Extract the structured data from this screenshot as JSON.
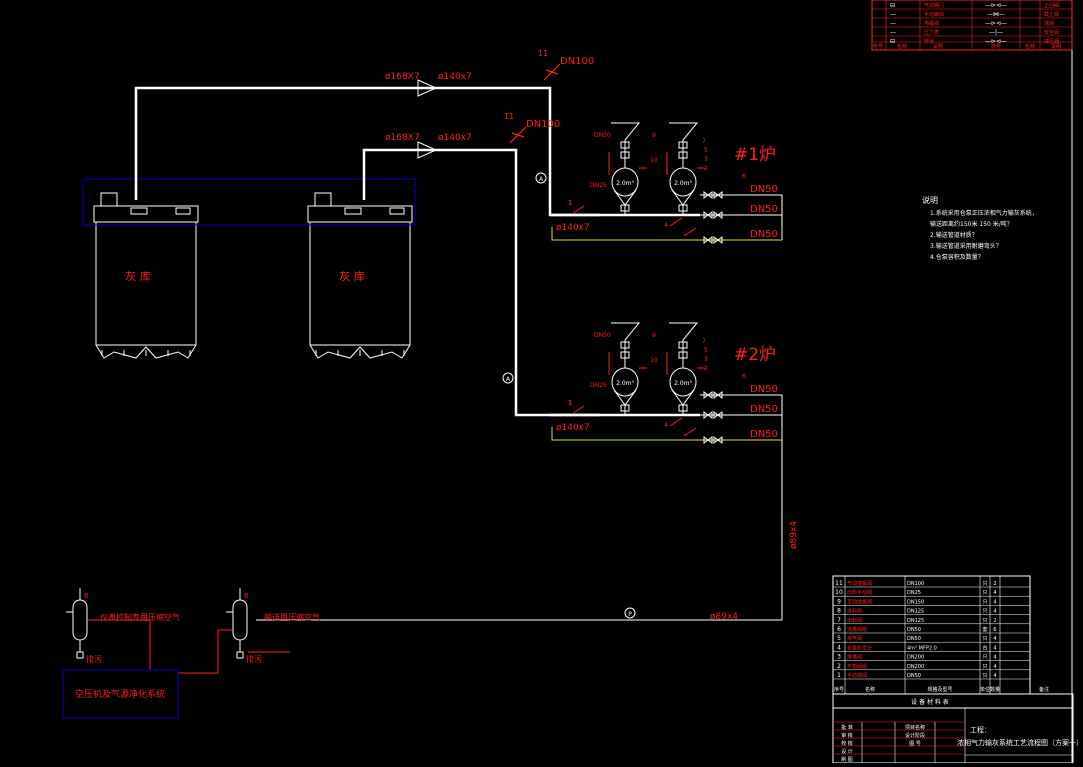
{
  "colors": {
    "background": "#000000",
    "pipe": "#ffffff",
    "annotation": "#ff2020",
    "frame": "#0000cc",
    "yellow_pipe": "#e6e600",
    "table_line": "#ffffff",
    "title_line": "#ff2020"
  },
  "silos": [
    {
      "label": "灰 库"
    },
    {
      "label": "灰 库"
    }
  ],
  "main_pipes": [
    {
      "size_in": "ø168X7",
      "size_out": "ø140x7",
      "tag": "11",
      "valve": "DN100"
    },
    {
      "size_in": "ø168X7",
      "size_out": "ø140x7",
      "tag": "11",
      "valve": "DN100"
    }
  ],
  "furnaces": [
    {
      "name": "#1炉",
      "pump_volumes": [
        "2.0m³",
        "2.0m³"
      ],
      "tags": [
        "DN50",
        "9",
        "7",
        "5",
        "3",
        "2",
        "10",
        "DN25",
        "1",
        "6",
        "4"
      ],
      "lines": [
        "DN50",
        "DN50",
        "DN50"
      ],
      "pipe_size": "ø140x7",
      "pipe_tag": "1"
    },
    {
      "name": "#2炉",
      "pump_volumes": [
        "2.0m³",
        "2.0m³"
      ],
      "tags": [
        "DN50",
        "9",
        "7",
        "5",
        "3",
        "2",
        "10",
        "DN25",
        "1",
        "6",
        "4"
      ],
      "lines": [
        "DN50",
        "DN50",
        "DN50"
      ],
      "pipe_size": "ø140x7",
      "pipe_tag": "1"
    }
  ],
  "air_pipe": {
    "vertical_size": "ø89x4",
    "horizontal_size": "ø89x4",
    "marker": "P"
  },
  "small_markers": [
    "A",
    "A"
  ],
  "air_receivers": [
    {
      "label": "仪表控制专用压缩空气",
      "drain": "排污",
      "tag": "6"
    },
    {
      "label": "输送用压缩空气",
      "drain": "排污",
      "tag": "6"
    }
  ],
  "compressor_box": {
    "label": "空压机及气源净化系统"
  },
  "notes": {
    "title": "说明",
    "lines": [
      "1.系统采用仓泵正压浓相气力输灰系统，",
      "  输送距离约150米  150  米/吨？",
      "2.输送管道材质？",
      "3.输送管道采用耐磨弯头？",
      "4.仓泵容积及数量？"
    ]
  },
  "legend": {
    "rows": [
      {
        "symbol": "⊟",
        "name": "气动阀门",
        "mark": "—⊳⊲—",
        "desc": "止回阀"
      },
      {
        "symbol": "—",
        "name": "手动蝶阀",
        "mark": "—⋈—",
        "desc": "截止阀"
      },
      {
        "symbol": "—",
        "name": "电磁阀",
        "mark": "—⊳⊲—",
        "desc": "球阀"
      },
      {
        "symbol": "—",
        "name": "压力表",
        "mark": "—|—",
        "desc": "安全阀"
      },
      {
        "symbol": "⊟",
        "name": "管道",
        "mark": "—⊳⊲—",
        "desc": "减压阀"
      }
    ],
    "footer": [
      "符号",
      "名称",
      "说明",
      "符号",
      "名称",
      "说明"
    ]
  },
  "bom": {
    "rows": [
      {
        "no": "11",
        "name": "气动插板阀",
        "spec": "DN100",
        "unit": "只",
        "qty": "2"
      },
      {
        "no": "10",
        "name": "出料手动阀",
        "spec": "DN25",
        "unit": "只",
        "qty": "4"
      },
      {
        "no": "9",
        "name": "手动插板阀",
        "spec": "DN150",
        "unit": "只",
        "qty": "4"
      },
      {
        "no": "8",
        "name": "进料阀",
        "spec": "DN125",
        "unit": "只",
        "qty": "4"
      },
      {
        "no": "7",
        "name": "出料阀",
        "spec": "DN125",
        "unit": "只",
        "qty": "2"
      },
      {
        "no": "6",
        "name": "流量阀组",
        "spec": "DN50",
        "unit": "套",
        "qty": "6"
      },
      {
        "no": "5",
        "name": "排气阀",
        "spec": "DN50",
        "unit": "只",
        "qty": "4"
      },
      {
        "no": "4",
        "name": "仓泵料位计",
        "spec": "4m³ MFP2.0",
        "unit": "台",
        "qty": "4"
      },
      {
        "no": "3",
        "name": "排堵阀",
        "spec": "DN200",
        "unit": "只",
        "qty": "4"
      },
      {
        "no": "2",
        "name": "平衡阀组",
        "spec": "DN200",
        "unit": "只",
        "qty": "4"
      },
      {
        "no": "1",
        "name": "手动蝶阀",
        "spec": "DN50",
        "unit": "只",
        "qty": "4"
      }
    ],
    "header": [
      "序号",
      "名称",
      "规格及型号",
      "单位",
      "数量",
      "备注"
    ],
    "caption": "设 备 材 料 表"
  },
  "title_block": {
    "drawing_title": "浓相气力输灰系统工艺流程图（方案一）",
    "labels": [
      "批 准",
      "审 核",
      "校 核",
      "设 计",
      "制 图"
    ],
    "right_labels": [
      "项目名称",
      "设计阶段",
      "图 号"
    ],
    "project_prefix": "工程："
  }
}
